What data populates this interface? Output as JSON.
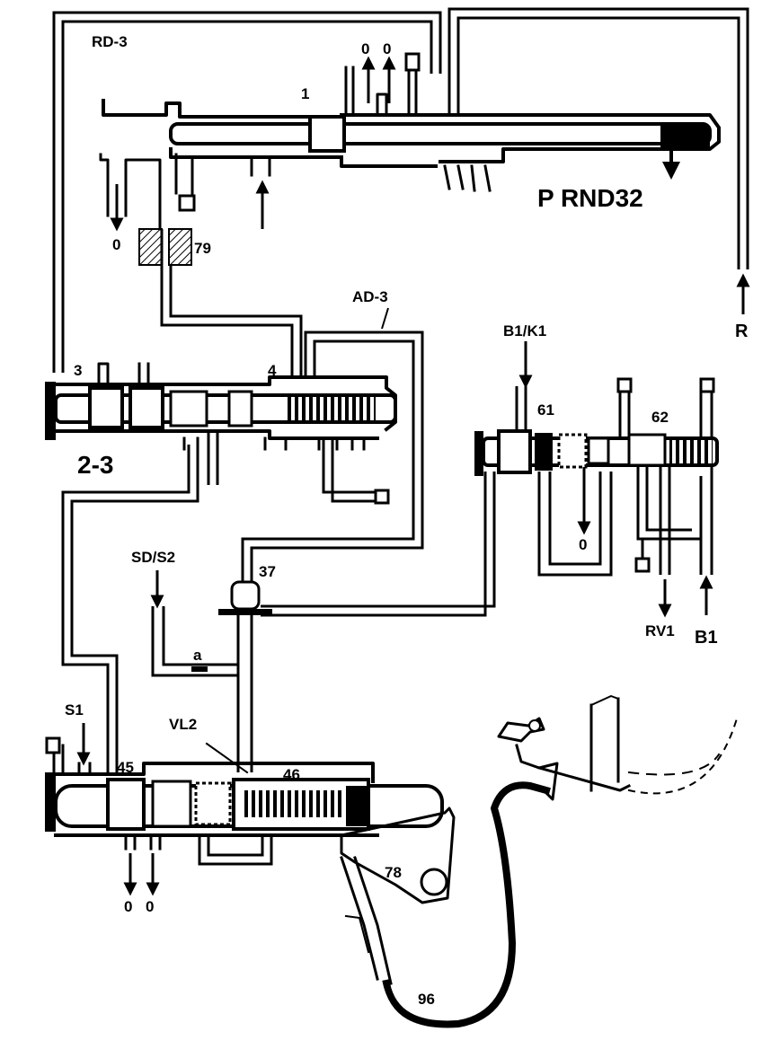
{
  "diagram": {
    "labels": {
      "rd3": "RD-3",
      "zero_top_1": "0",
      "zero_top_2": "0",
      "one": "1",
      "zero_left": "0",
      "n79": "79",
      "prnd": "P RND32",
      "r": "R",
      "ad3": "AD-3",
      "b1k1": "B1/K1",
      "three": "3",
      "four": "4",
      "two_three": "2-3",
      "n61": "61",
      "n62": "62",
      "zero_right": "0",
      "sds2": "SD/S2",
      "n37": "37",
      "a": "a",
      "rv1": "RV1",
      "b1": "B1",
      "s1": "S1",
      "vl2": "VL2",
      "n45": "45",
      "n46": "46",
      "zero_bottom_1": "0",
      "zero_bottom_2": "0",
      "n78": "78",
      "n96": "96"
    }
  }
}
